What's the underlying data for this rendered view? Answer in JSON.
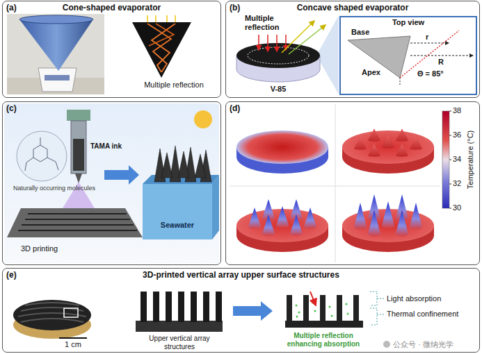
{
  "diagram": {
    "nodes": [
      {
        "text": [
          "(a)",
          "Cone-shaped evaporator"
        ]
      },
      {
        "text": [
          "(b)",
          "Concave shaped evaporator"
        ]
      },
      {
        "text": [
          "Top view"
        ],
        "in": 1
      },
      {
        "text": [
          "(c)"
        ]
      },
      {
        "text": [
          "(d)"
        ]
      },
      {
        "text": [
          "(e)",
          "3D-printed vertical array upper surface structures"
        ]
      }
    ],
    "labels": [
      "Multiple reflection",
      "Multiple reflection",
      "V-85",
      "Base",
      "Apex",
      "r",
      "R",
      "Θ = 85°",
      "TAMA ink",
      "Naturally occurring molecules",
      "3D printing",
      "Seawater",
      "38",
      "36",
      "34",
      "32",
      "30",
      "Temperature (°C)",
      "1 cm",
      "Upper vertical array structures",
      "Light absorption",
      "Thermal confinement",
      "Multiple reflection enhancing absorption",
      "公众号 · 微纳光学"
    ]
  }
}
